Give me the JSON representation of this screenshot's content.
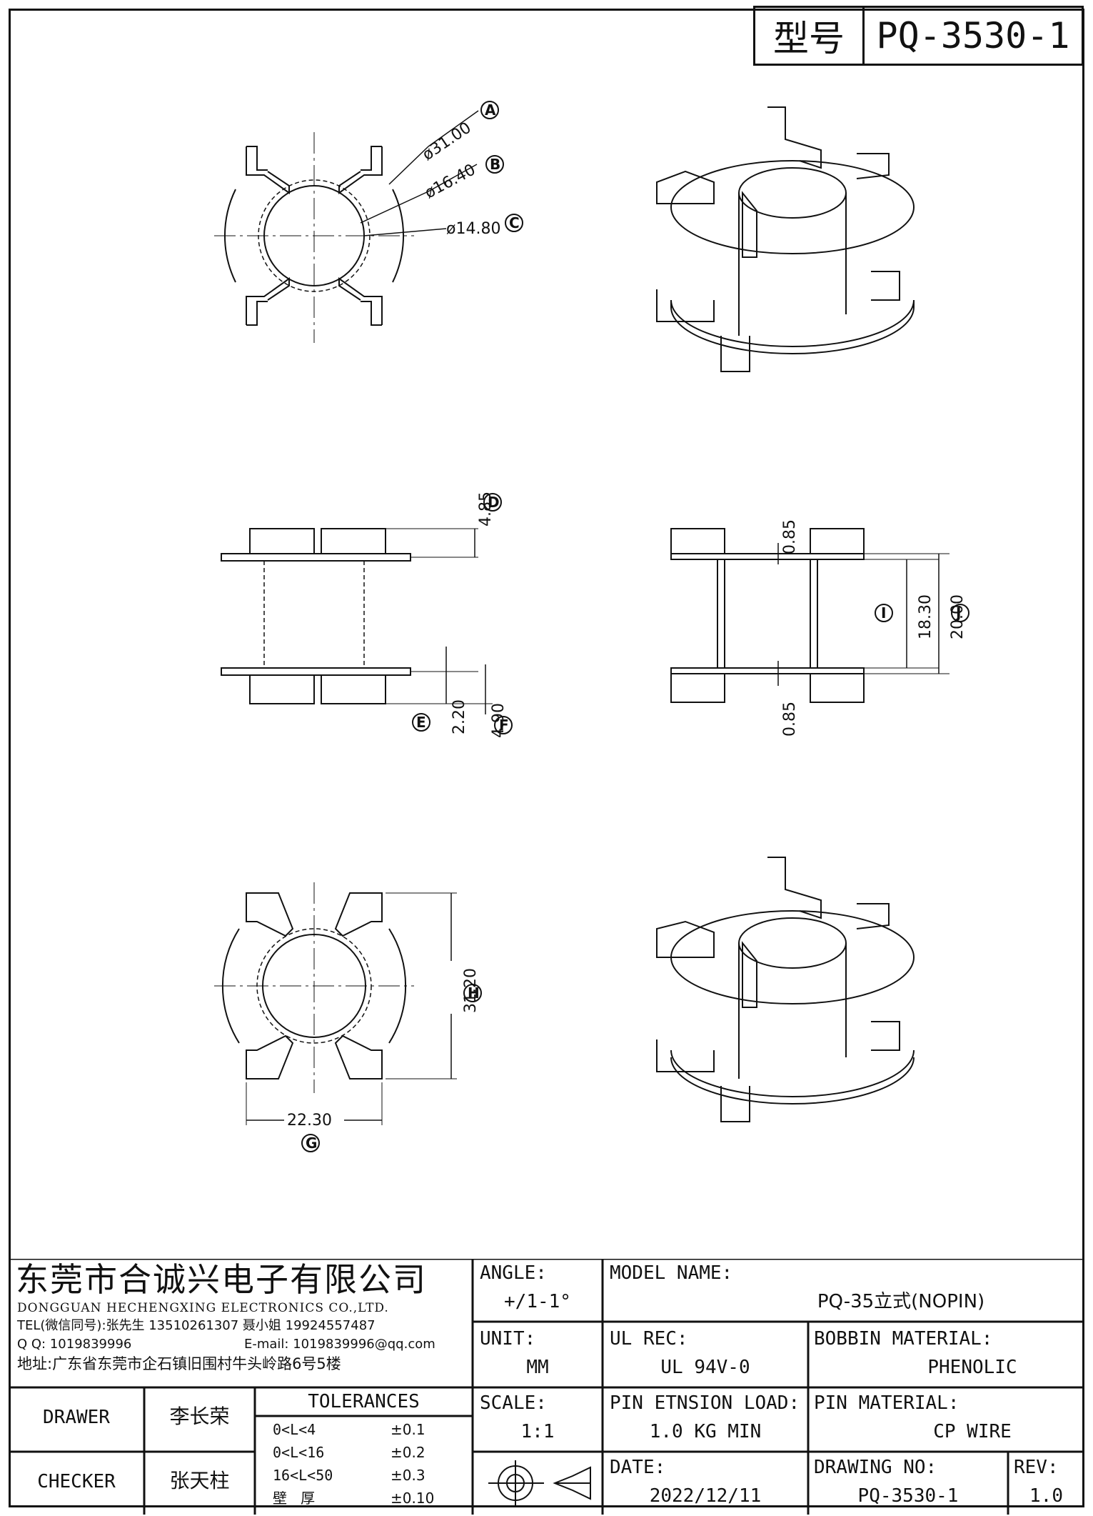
{
  "title_block_top": {
    "label": "型号",
    "model": "PQ-3530-1"
  },
  "dimensions": {
    "A": "ø31.00",
    "B": "ø16.40",
    "C": "ø14.80",
    "D": "4.85",
    "E": "2.20",
    "F": "4.90",
    "G": "22.30",
    "H": "31.20",
    "I": "18.30",
    "J": "20.00",
    "flange_top": "0.85",
    "flange_bottom": "0.85"
  },
  "callouts": [
    "A",
    "B",
    "C",
    "D",
    "E",
    "F",
    "G",
    "H",
    "I",
    "J"
  ],
  "company": {
    "name_cn": "东莞市合诚兴电子有限公司",
    "name_en": "DONGGUAN HECHENGXING ELECTRONICS CO.,LTD.",
    "tel": "TEL(微信同号):张先生 13510261307 聂小姐 19924557487",
    "qq": "Q Q: 1019839996",
    "email": "E-mail: 1019839996@qq.com",
    "address": "地址:广东省东莞市企石镇旧围村牛头岭路6号5楼"
  },
  "angle": {
    "label": "ANGLE:",
    "value": "+/1-1°"
  },
  "unit": {
    "label": "UNIT:",
    "value": "MM"
  },
  "scale": {
    "label": "SCALE:",
    "value": "1:1"
  },
  "model_name": {
    "label": "MODEL NAME:",
    "value": "PQ-35立式(NOPIN)"
  },
  "ul_rec": {
    "label": "UL REC:",
    "value": "UL 94V-0"
  },
  "bobbin_material": {
    "label": "BOBBIN MATERIAL:",
    "value": "PHENOLIC"
  },
  "pin_load": {
    "label": "PIN ETNSION LOAD:",
    "value": "1.0 KG MIN"
  },
  "pin_material": {
    "label": "PIN MATERIAL:",
    "value": "CP WIRE"
  },
  "date": {
    "label": "DATE:",
    "value": "2022/12/11"
  },
  "drawing_no": {
    "label": "DRAWING NO:",
    "value": "PQ-3530-1"
  },
  "rev": {
    "label": "REV:",
    "value": "1.0"
  },
  "drawer": {
    "label": "DRAWER",
    "name": "李长荣"
  },
  "checker": {
    "label": "CHECKER",
    "name": "张天柱"
  },
  "tolerances": {
    "title": "TOLERANCES",
    "rows": [
      {
        "range": "0<L<4",
        "value": "±0.1"
      },
      {
        "range": "0<L<16",
        "value": "±0.2"
      },
      {
        "range": "16<L<50",
        "value": "±0.3"
      },
      {
        "range": "壁   厚",
        "value": "±0.10"
      }
    ]
  }
}
